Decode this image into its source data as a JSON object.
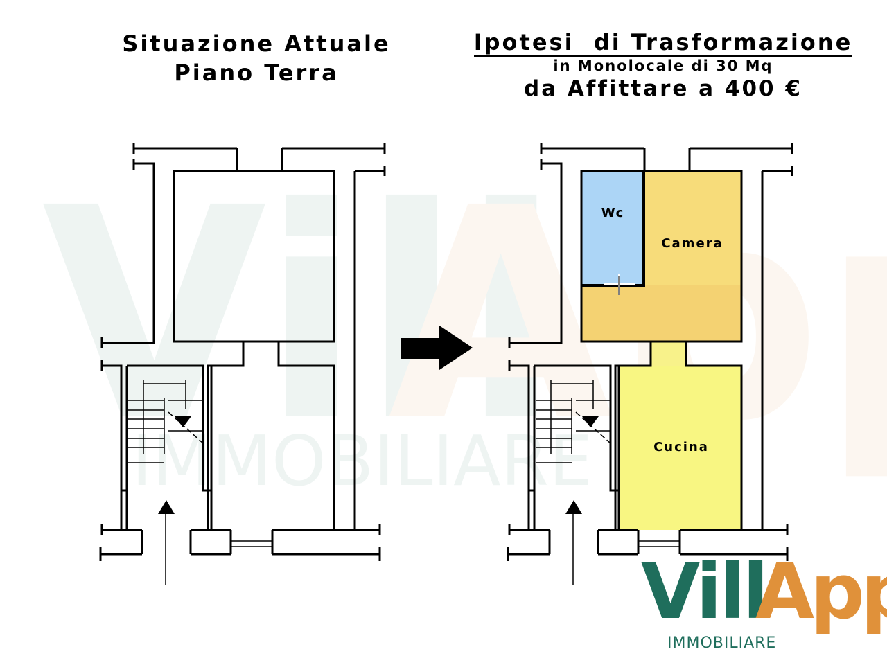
{
  "left": {
    "title_line1": "Situazione Attuale",
    "title_line2": "Piano Terra"
  },
  "right": {
    "title_line1": "Ipotesi  di Trasformazione",
    "title_line2": "in Monolocale di 30 Mq",
    "title_line3": "da Affittare a 400 €"
  },
  "rooms": {
    "wc": "Wc",
    "camera": "Camera",
    "cucina": "Cucina"
  },
  "logo": {
    "part1": "Vill",
    "part2": "App",
    "subtitle": "IMMOBILIARE"
  },
  "colors": {
    "wc": "#acd5f6",
    "camera": "#f7dc7a",
    "camera_lower": "#f4d272",
    "cucina": "#f8f682",
    "logo_green": "#1f6e5c",
    "logo_orange": "#e0913a"
  },
  "icons": {
    "transform_arrow": "arrow-right-icon",
    "stair_direction": "arrow-down-icon",
    "entrance": "arrow-up-icon"
  }
}
